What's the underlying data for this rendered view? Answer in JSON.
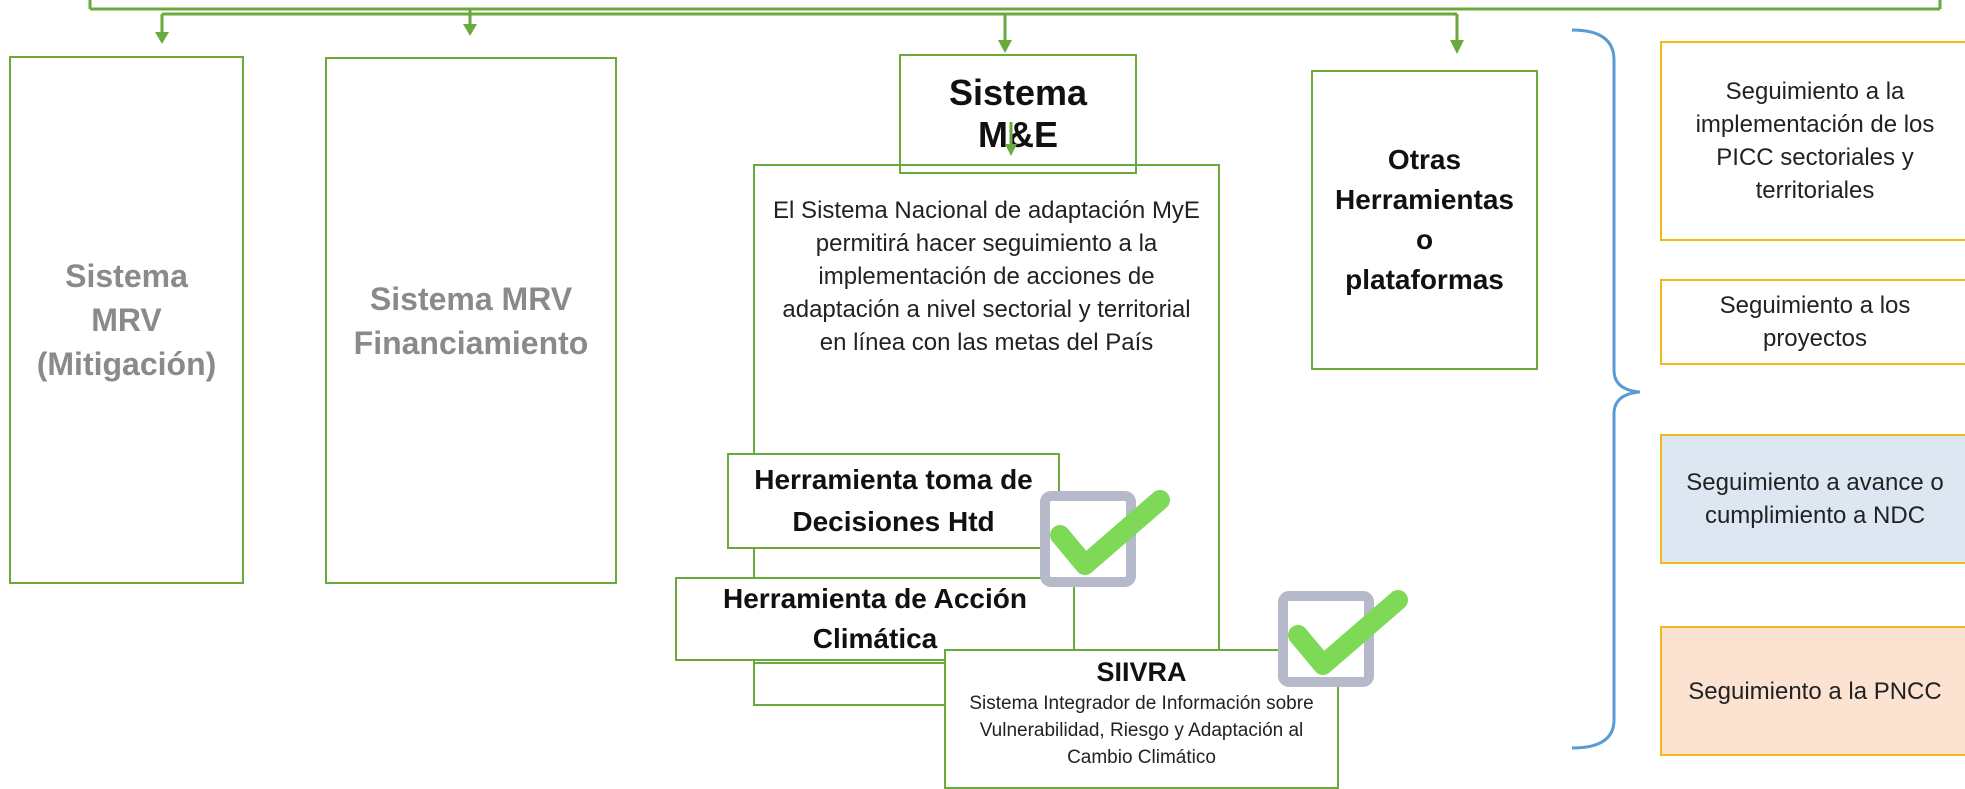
{
  "colors": {
    "green": "#6aaa3c",
    "orange_border": "#f2b81a",
    "blue_bracket": "#5b9bd5",
    "blue_fill": "#dde7f2",
    "peach_fill": "#fbe2d1",
    "grey_text": "#8a8a8a"
  },
  "boxes": {
    "mrv_mitigacion": "Sistema MRV (Mitigación)",
    "mrv_financiamiento": "Sistema MRV Financiamiento",
    "sistema_me_title": "Sistema M&E",
    "me_description": "El Sistema Nacional de adaptación MyE permitirá hacer seguimiento a la implementación de acciones de adaptación a  nivel sectorial y territorial en línea con las metas del País",
    "otras_herramientas": "Otras Herramientas o plataformas",
    "htd": "Herramienta toma de Decisiones Htd",
    "accion_climatica": "Herramienta de Acción Climática",
    "siivra_title": "SIIVRA",
    "siivra_desc": "Sistema Integrador de Información sobre Vulnerabilidad, Riesgo y Adaptación al Cambio Climático"
  },
  "right_panel": [
    {
      "text": "Seguimiento a la implementación de los PICC sectoriales y territoriales"
    },
    {
      "text": "Seguimiento a  los proyectos"
    },
    {
      "text": "Seguimiento a avance o cumplimiento a NDC"
    },
    {
      "text": "Seguimiento a la PNCC"
    }
  ],
  "icons": {
    "check_1": "checkmark-icon",
    "check_2": "checkmark-icon"
  }
}
